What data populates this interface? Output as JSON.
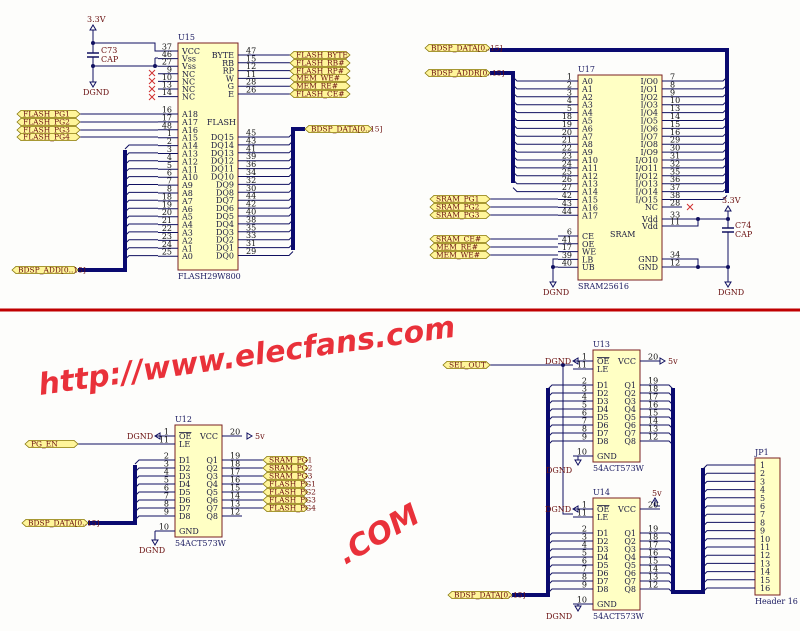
{
  "colors": {
    "wire": "#101060",
    "bus": "#0a0a70",
    "chip_fill": "#ffffc4",
    "chip_stroke": "#7a2020",
    "flag_fill": "#fff59a",
    "flag_stroke": "#8a7a10",
    "divider": "#c00000",
    "watermark": "#e8202a"
  },
  "chips": [
    {
      "ref": "U15",
      "part": "FLASH29W800",
      "center": "FLASH",
      "left": [
        [
          "37",
          "VCC"
        ],
        [
          "46",
          "Vss"
        ],
        [
          "27",
          "Vss"
        ],
        [
          "9",
          "NC"
        ],
        [
          "10",
          "NC"
        ],
        [
          "13",
          "NC"
        ],
        [
          "14",
          "NC"
        ],
        [
          "16",
          "A18"
        ],
        [
          "17",
          "A17"
        ],
        [
          "48",
          "A16"
        ],
        [
          "1",
          "A15"
        ],
        [
          "2",
          "A14"
        ],
        [
          "3",
          "A13"
        ],
        [
          "4",
          "A12"
        ],
        [
          "5",
          "A11"
        ],
        [
          "6",
          "A10"
        ],
        [
          "7",
          "A9"
        ],
        [
          "8",
          "A8"
        ],
        [
          "18",
          "A7"
        ],
        [
          "19",
          "A6"
        ],
        [
          "20",
          "A5"
        ],
        [
          "21",
          "A4"
        ],
        [
          "22",
          "A3"
        ],
        [
          "23",
          "A2"
        ],
        [
          "24",
          "A1"
        ],
        [
          "25",
          "A0"
        ]
      ],
      "right": [
        [
          "47",
          "BYTE"
        ],
        [
          "15",
          "RB"
        ],
        [
          "12",
          "RP"
        ],
        [
          "11",
          "W"
        ],
        [
          "28",
          "G"
        ],
        [
          "26",
          "E"
        ],
        [
          "45",
          "DQ15"
        ],
        [
          "43",
          "DQ14"
        ],
        [
          "41",
          "DQ13"
        ],
        [
          "39",
          "DQ12"
        ],
        [
          "36",
          "DQ11"
        ],
        [
          "34",
          "DQ10"
        ],
        [
          "32",
          "DQ9"
        ],
        [
          "30",
          "DQ8"
        ],
        [
          "44",
          "DQ7"
        ],
        [
          "42",
          "DQ6"
        ],
        [
          "40",
          "DQ5"
        ],
        [
          "38",
          "DQ4"
        ],
        [
          "35",
          "DQ3"
        ],
        [
          "33",
          "DQ2"
        ],
        [
          "31",
          "DQ1"
        ],
        [
          "29",
          "DQ0"
        ]
      ]
    },
    {
      "ref": "U17",
      "part": "SRAM25616",
      "center": "SRAM",
      "left": [
        [
          "1",
          "A0"
        ],
        [
          "2",
          "A1"
        ],
        [
          "3",
          "A2"
        ],
        [
          "4",
          "A3"
        ],
        [
          "5",
          "A4"
        ],
        [
          "18",
          "A5"
        ],
        [
          "19",
          "A6"
        ],
        [
          "20",
          "A7"
        ],
        [
          "21",
          "A8"
        ],
        [
          "22",
          "A9"
        ],
        [
          "23",
          "A10"
        ],
        [
          "24",
          "A11"
        ],
        [
          "25",
          "A12"
        ],
        [
          "26",
          "A13"
        ],
        [
          "27",
          "A14"
        ],
        [
          "42",
          "A15"
        ],
        [
          "43",
          "A16"
        ],
        [
          "44",
          "A17"
        ],
        [
          "6",
          "CE"
        ],
        [
          "41",
          "OE"
        ],
        [
          "17",
          "WE"
        ],
        [
          "39",
          "LB"
        ],
        [
          "40",
          "UB"
        ]
      ],
      "right": [
        [
          "7",
          "I/O0"
        ],
        [
          "8",
          "I/O1"
        ],
        [
          "9",
          "I/O2"
        ],
        [
          "10",
          "I/O3"
        ],
        [
          "13",
          "I/O4"
        ],
        [
          "14",
          "I/O5"
        ],
        [
          "15",
          "I/O6"
        ],
        [
          "16",
          "I/O7"
        ],
        [
          "29",
          "I/O8"
        ],
        [
          "30",
          "I/O9"
        ],
        [
          "31",
          "I/O10"
        ],
        [
          "32",
          "I/O11"
        ],
        [
          "35",
          "I/O12"
        ],
        [
          "36",
          "I/O13"
        ],
        [
          "37",
          "I/O14"
        ],
        [
          "38",
          "I/O15"
        ],
        [
          "28",
          "NC"
        ],
        [
          "33",
          "Vdd"
        ],
        [
          "11",
          "Vdd"
        ],
        [
          "34",
          "GND"
        ],
        [
          "12",
          "GND"
        ]
      ]
    },
    {
      "ref": "U12",
      "part": "54ACT573W",
      "center": "",
      "left": [
        [
          "1",
          "OE"
        ],
        [
          "11",
          "LE"
        ],
        [
          "2",
          "D1"
        ],
        [
          "3",
          "D2"
        ],
        [
          "4",
          "D3"
        ],
        [
          "5",
          "D4"
        ],
        [
          "6",
          "D5"
        ],
        [
          "7",
          "D6"
        ],
        [
          "8",
          "D7"
        ],
        [
          "9",
          "D8"
        ],
        [
          "10",
          "GND"
        ]
      ],
      "right": [
        [
          "20",
          "VCC"
        ],
        [
          "19",
          "Q1"
        ],
        [
          "18",
          "Q2"
        ],
        [
          "17",
          "Q3"
        ],
        [
          "16",
          "Q4"
        ],
        [
          "15",
          "Q5"
        ],
        [
          "14",
          "Q6"
        ],
        [
          "13",
          "Q7"
        ],
        [
          "12",
          "Q8"
        ]
      ]
    },
    {
      "ref": "U13",
      "part": "54ACT573W",
      "center": "",
      "left": [
        [
          "1",
          "OE"
        ],
        [
          "11",
          "LE"
        ],
        [
          "2",
          "D1"
        ],
        [
          "3",
          "D2"
        ],
        [
          "4",
          "D3"
        ],
        [
          "5",
          "D4"
        ],
        [
          "6",
          "D5"
        ],
        [
          "7",
          "D6"
        ],
        [
          "8",
          "D7"
        ],
        [
          "9",
          "D8"
        ],
        [
          "10",
          "GND"
        ]
      ],
      "right": [
        [
          "20",
          "VCC"
        ],
        [
          "19",
          "Q1"
        ],
        [
          "18",
          "Q2"
        ],
        [
          "17",
          "Q3"
        ],
        [
          "16",
          "Q4"
        ],
        [
          "15",
          "Q5"
        ],
        [
          "14",
          "Q6"
        ],
        [
          "13",
          "Q7"
        ],
        [
          "12",
          "Q8"
        ]
      ]
    },
    {
      "ref": "U14",
      "part": "54ACT573W",
      "center": "",
      "left": [
        [
          "1",
          "OE"
        ],
        [
          "11",
          "LE"
        ],
        [
          "2",
          "D1"
        ],
        [
          "3",
          "D2"
        ],
        [
          "4",
          "D3"
        ],
        [
          "5",
          "D4"
        ],
        [
          "6",
          "D5"
        ],
        [
          "7",
          "D6"
        ],
        [
          "8",
          "D7"
        ],
        [
          "9",
          "D8"
        ],
        [
          "10",
          "GND"
        ]
      ],
      "right": [
        [
          "20",
          "VCC"
        ],
        [
          "19",
          "Q1"
        ],
        [
          "18",
          "Q2"
        ],
        [
          "17",
          "Q3"
        ],
        [
          "16",
          "Q4"
        ],
        [
          "15",
          "Q5"
        ],
        [
          "14",
          "Q6"
        ],
        [
          "13",
          "Q7"
        ],
        [
          "12",
          "Q8"
        ]
      ]
    }
  ],
  "header": {
    "ref": "JP1",
    "part": "Header 16",
    "pins": [
      "1",
      "2",
      "3",
      "4",
      "5",
      "6",
      "7",
      "8",
      "9",
      "10",
      "11",
      "12",
      "13",
      "14",
      "15",
      "16"
    ]
  },
  "flags": [
    "FLASH_BYTE",
    "FLASH_RB#",
    "FLASH_RP#",
    "MEM_WE#",
    "MEM_RE#",
    "FLASH_CE#",
    "FLASH_PG1",
    "FLASH_PG2",
    "FLASH_PG3",
    "FLASH_PG4",
    "BDSP_DATA[0..15]",
    "BDSP_ADD[0..15]",
    "BDSP_DATA[0..15]",
    "BDSP_ADDR[0..15]",
    "SRAM_PG1",
    "SRAM_PG2",
    "SRAM_PG3",
    "SRAM_CE#",
    "MEM_RE#",
    "MEM_WE#",
    "PG_EN",
    "SRAM_PG1",
    "SRAM_PG2",
    "SRAM_PG3",
    "FLASH_PG1",
    "FLASH_PG2",
    "FLASH_PG3",
    "FLASH_PG4",
    "BDSP_DATA[0..15]",
    "SEL_OUT",
    "BDSP_DATA[0..15]"
  ],
  "caps": [
    {
      "ref": "C73",
      "value": "CAP"
    },
    {
      "ref": "C74",
      "value": "CAP"
    }
  ],
  "power": {
    "v33": "3.3V",
    "v5": "5v",
    "gnd": "DGND"
  },
  "watermark": {
    "main": "http://www.elecfans.com",
    "corner": ".COM"
  }
}
